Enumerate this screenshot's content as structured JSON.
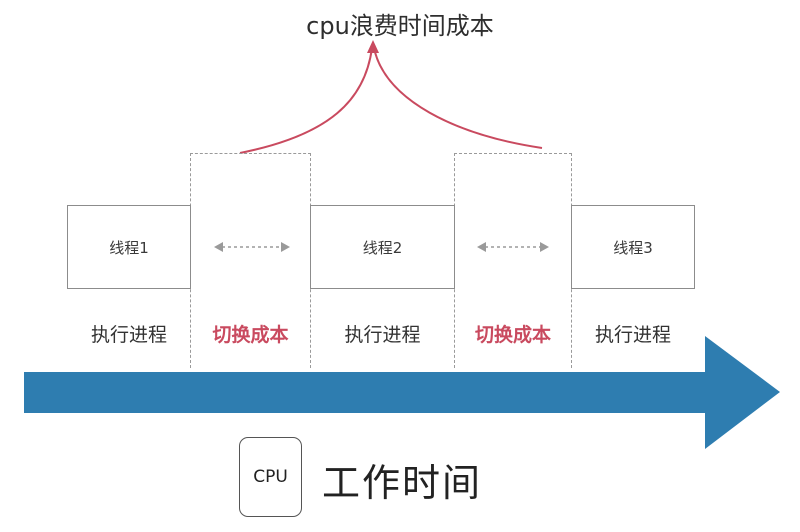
{
  "diagram": {
    "top_title": "cpu浪费时间成本",
    "threads": [
      {
        "label": "线程1"
      },
      {
        "label": "线程2"
      },
      {
        "label": "线程3"
      }
    ],
    "phases": [
      {
        "label": "执行进程",
        "type": "execute"
      },
      {
        "label": "切换成本",
        "type": "switch"
      },
      {
        "label": "执行进程",
        "type": "execute"
      },
      {
        "label": "切换成本",
        "type": "switch"
      },
      {
        "label": "执行进程",
        "type": "execute"
      }
    ],
    "cpu_badge": "CPU",
    "timeline_label": "工作时间"
  },
  "colors": {
    "arrow_fill": "#2e7db0",
    "switch_text": "#c94a5f",
    "curve": "#c94a5f",
    "dashed": "#9a9a9a"
  },
  "icons": {
    "switch_indicator": "double-headed-dashed-arrow-icon",
    "timeline_arrow": "right-arrow-icon",
    "curve_pointer": "arrowhead-icon"
  }
}
